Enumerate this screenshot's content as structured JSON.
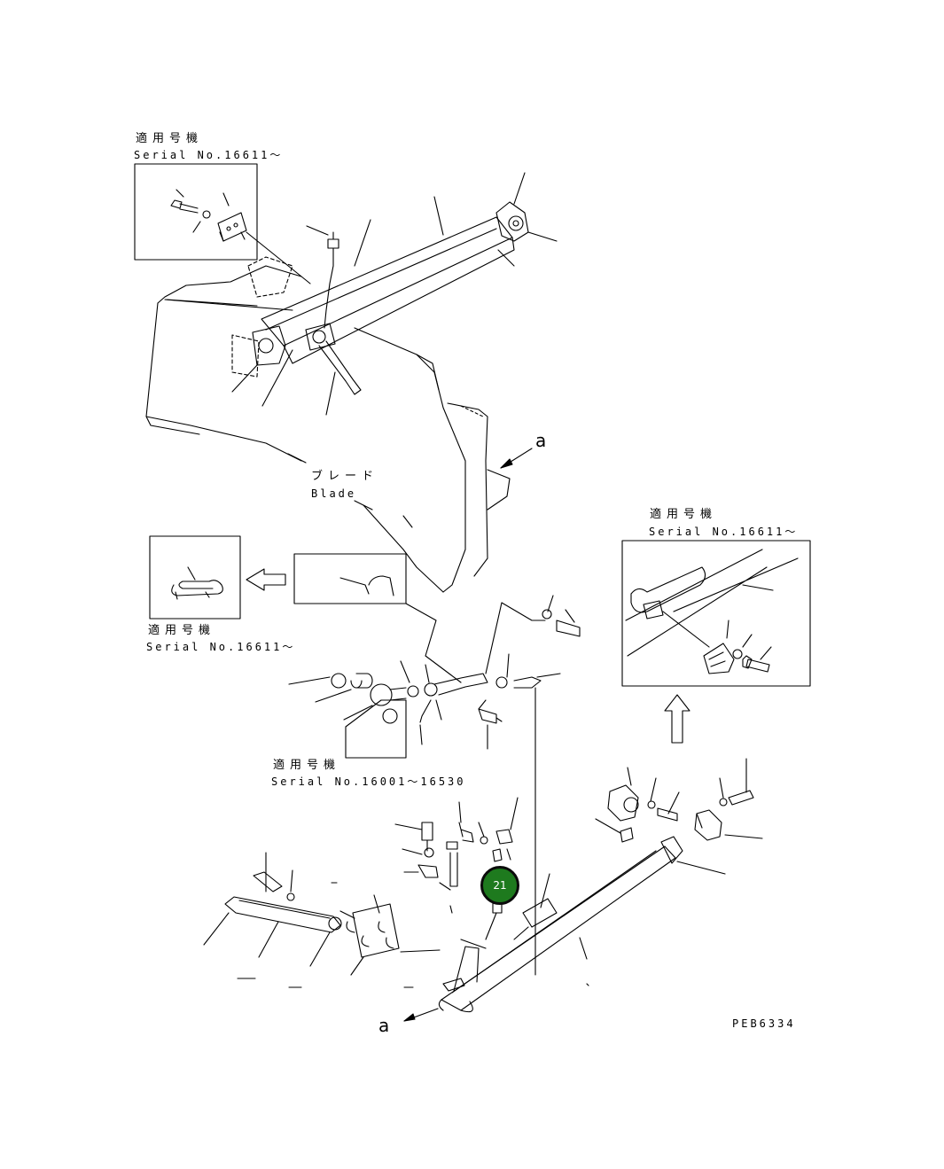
{
  "labels": {
    "serial_top": {
      "jp": "適用号機",
      "en": "Serial No.16611～"
    },
    "serial_left": {
      "jp": "適用号機",
      "en": "Serial No.16611～"
    },
    "serial_right": {
      "jp": "適用号機",
      "en": "Serial No.16611～"
    },
    "serial_mid": {
      "jp": "適用号機",
      "en": "Serial No.16001～16530"
    },
    "blade": {
      "jp": "ブレード",
      "en": "Blade"
    },
    "ref_a_top": "a",
    "ref_a_bottom": "a",
    "drawing_code": "PEB6334"
  },
  "callout": {
    "number": "21",
    "color": "#1e7a1e"
  }
}
